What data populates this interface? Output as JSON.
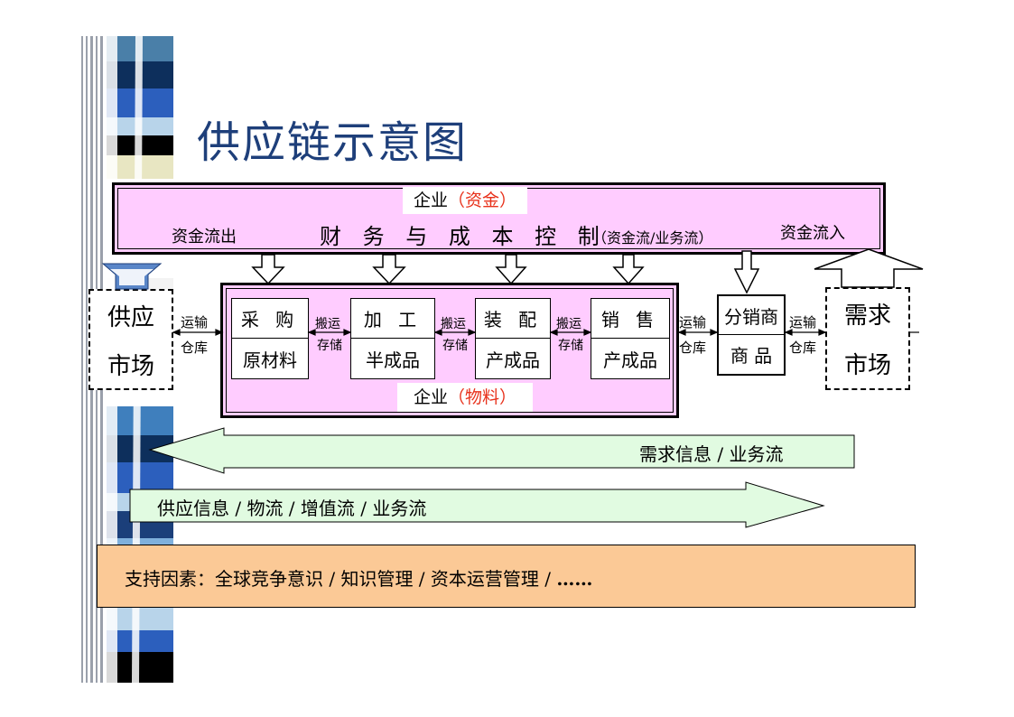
{
  "title": "供应链示意图",
  "finance": {
    "label_prefix": "企业",
    "label_highlight": "（资金）",
    "outflow": "资金流出",
    "main": "财 务 与 成 本 控 制",
    "flows": "（资金流/业务流）",
    "inflow": "资金流入"
  },
  "supply_market": {
    "line1": "供应",
    "line2": "市场"
  },
  "demand_market": {
    "line1": "需求",
    "line2": "市场"
  },
  "transport_storage": {
    "line1": "运输",
    "line2": "仓库"
  },
  "handling_storage": {
    "line1": "搬运",
    "line2": "存储"
  },
  "process": [
    {
      "top": "采 购",
      "bottom": "原材料"
    },
    {
      "top": "加 工",
      "bottom": "半成品"
    },
    {
      "top": "装 配",
      "bottom": "产成品"
    },
    {
      "top": "销 售",
      "bottom": "产成品"
    }
  ],
  "distributor": {
    "top": "分销商",
    "bottom": "商 品"
  },
  "enterprise_material": {
    "prefix": "企业",
    "highlight": "（物料）"
  },
  "demand_info": "需求信息 / 业务流",
  "supply_info": "供应信息 / 物流 / 增值流 / 业务流",
  "support": {
    "text": "支持因素：全球竞争意识 / 知识管理 / 资本运营管理 / ",
    "ellipsis": "……"
  },
  "colors": {
    "pink": "#ffccff",
    "green": "#e1fbe1",
    "orange": "#fbc996",
    "red": "#e8321c",
    "title": "#1e3f7a"
  }
}
